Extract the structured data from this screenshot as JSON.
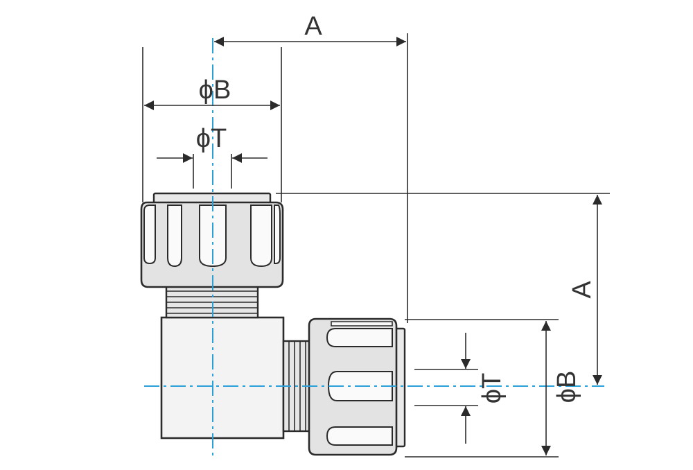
{
  "diagram": {
    "labels": {
      "top_overall_length": "A",
      "top_outer_diameter": "ϕB",
      "top_tube_diameter": "ϕT",
      "side_overall_length": "A",
      "side_outer_diameter": "ϕB",
      "side_tube_diameter": "ϕT"
    },
    "colors": {
      "outline": "#2b2b2b",
      "centerline": "#2a9fd8",
      "part_fill": "#ececec",
      "text": "#333333"
    }
  }
}
